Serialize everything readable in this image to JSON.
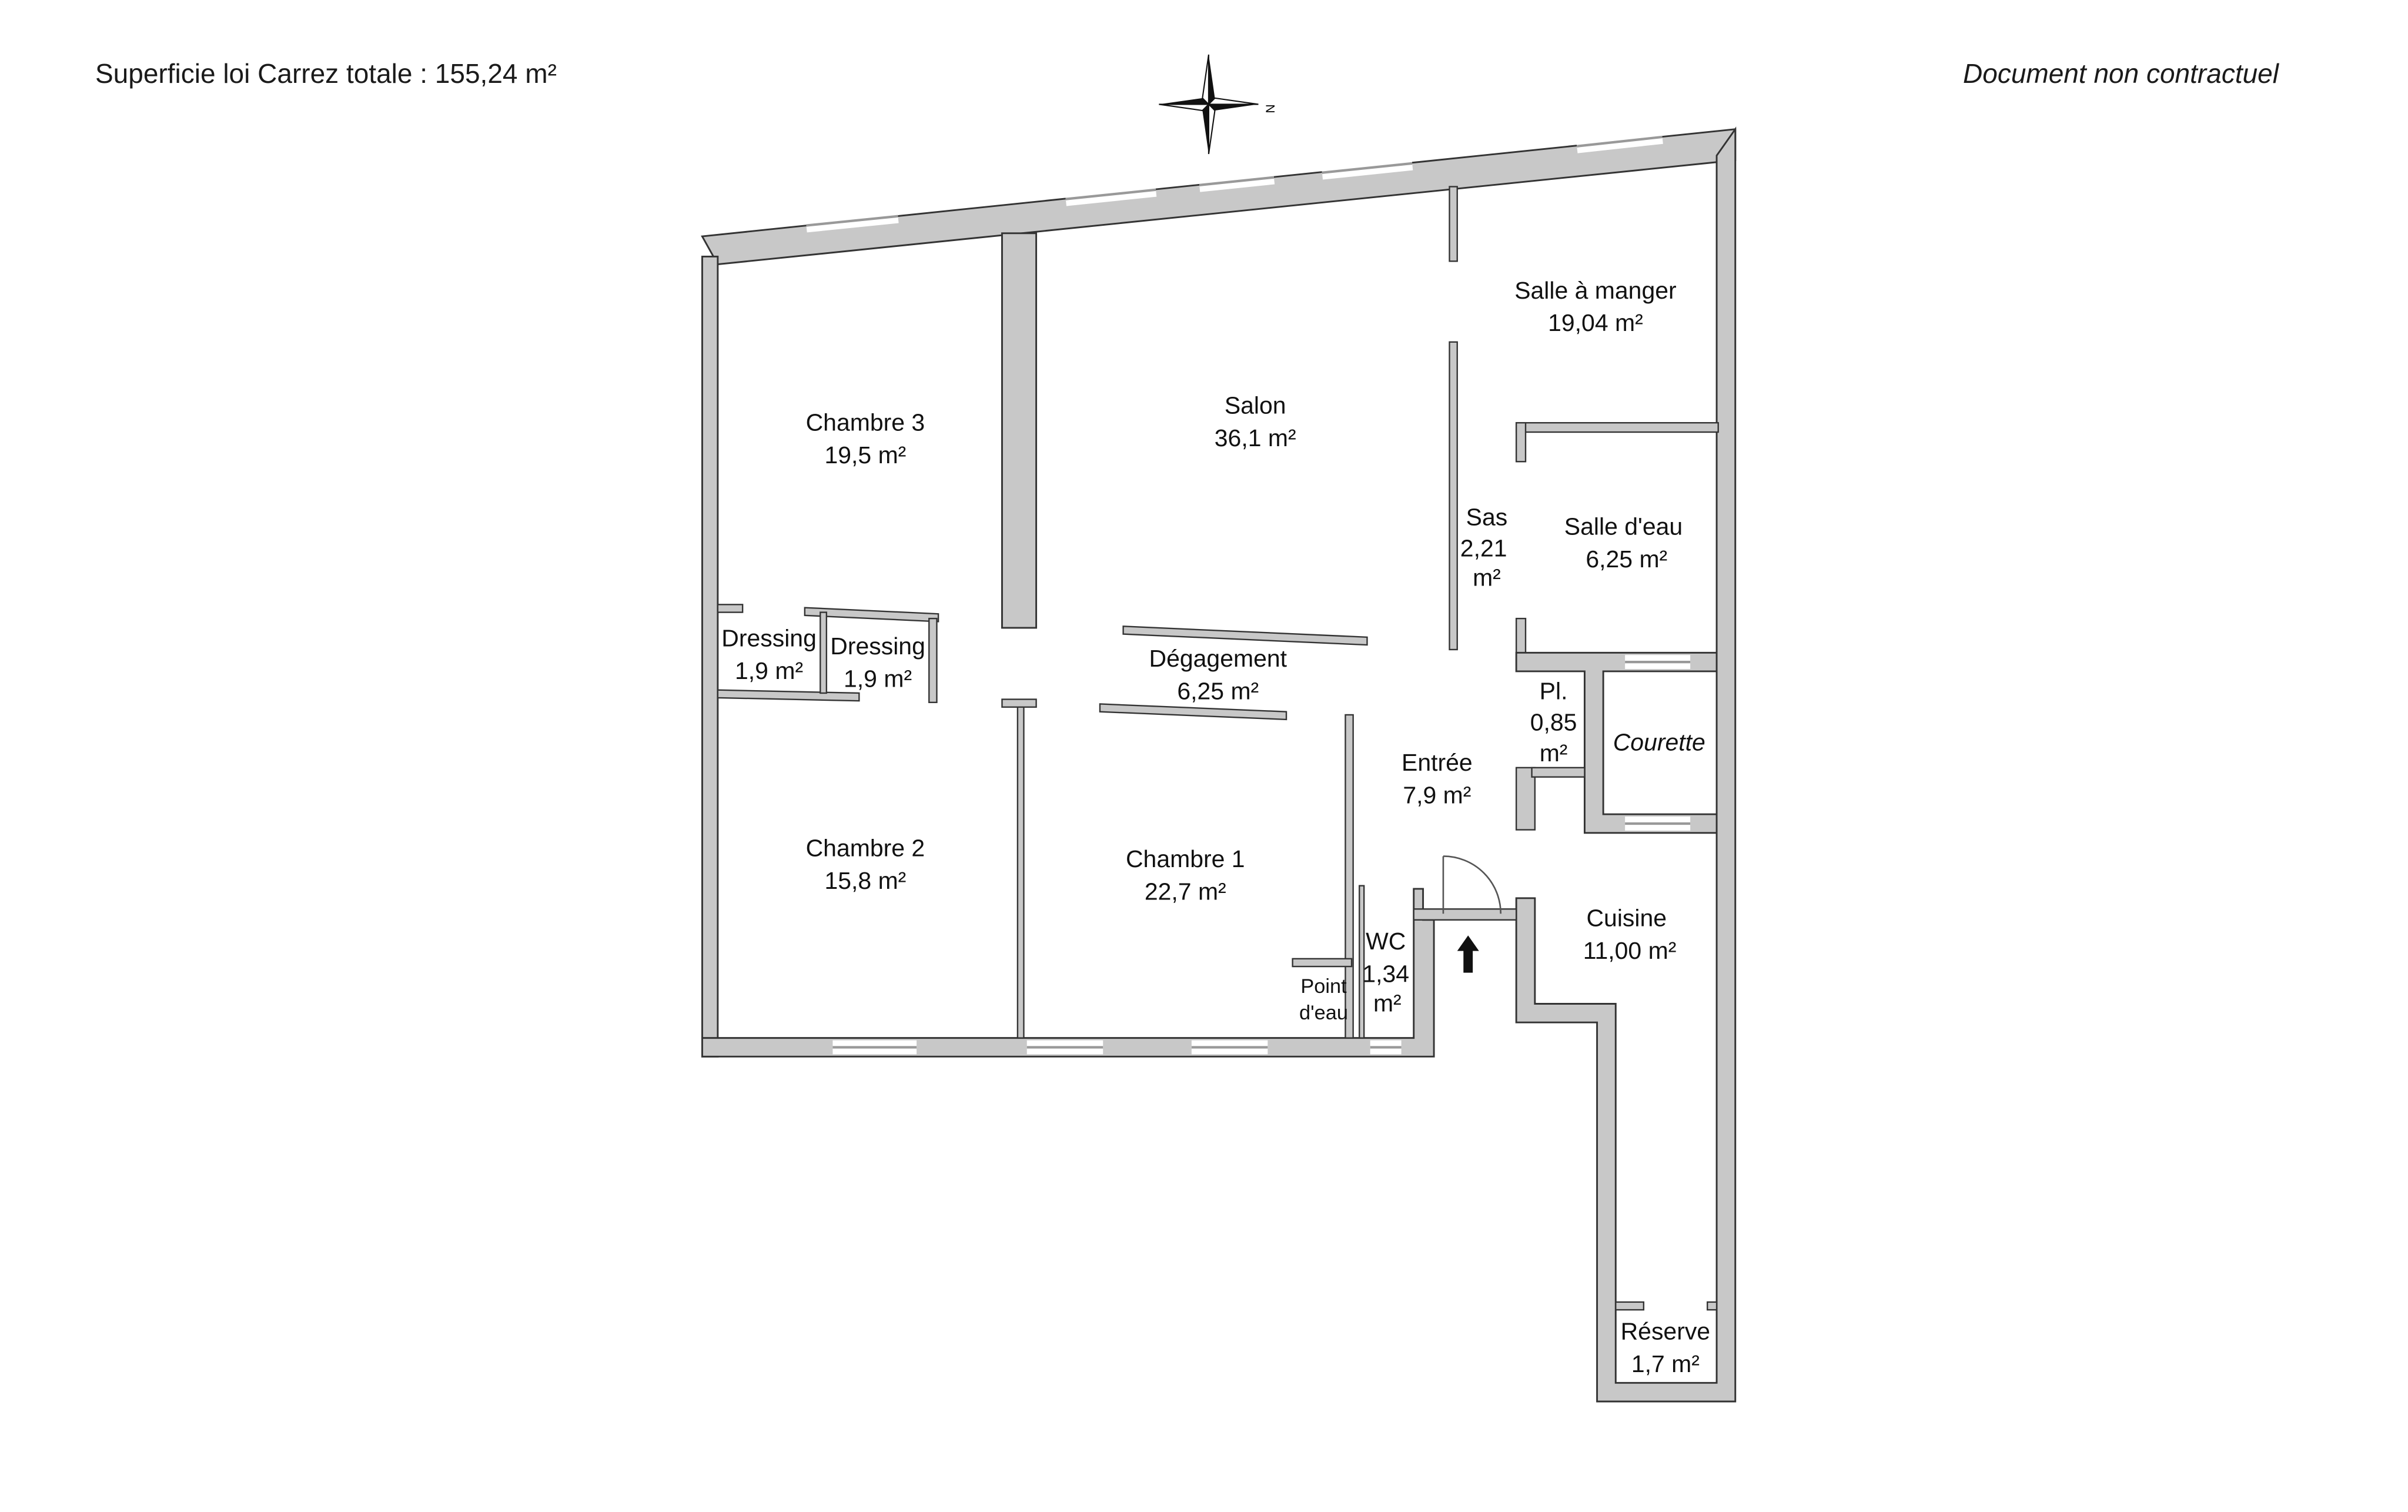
{
  "header": {
    "total_area": "Superficie loi Carrez totale :  155,24 m²",
    "disclaimer": "Document non contractuel"
  },
  "compass": {
    "icon": "compass-rose-icon",
    "north_label": "N"
  },
  "rooms": [
    {
      "name": "Salle à manger",
      "area": "19,04 m²"
    },
    {
      "name": "Salon",
      "area": "36,1 m²"
    },
    {
      "name": "Chambre 3",
      "area": "19,5 m²"
    },
    {
      "name": "Sas",
      "area_line1": "2,21",
      "area_line2": "m²"
    },
    {
      "name": "Salle d'eau",
      "area": "6,25 m²"
    },
    {
      "name": "Dressing",
      "area": "1,9 m²"
    },
    {
      "name": "Dressing",
      "area": "1,9 m²"
    },
    {
      "name": "Dégagement",
      "area": "6,25 m²"
    },
    {
      "name": "Pl.",
      "area_line1": "0,85",
      "area_line2": "m²"
    },
    {
      "name": "Courette"
    },
    {
      "name": "Entrée",
      "area": "7,9 m²"
    },
    {
      "name": "Chambre 2",
      "area": "15,8 m²"
    },
    {
      "name": "Chambre 1",
      "area": "22,7 m²"
    },
    {
      "name": "WC",
      "area_line1": "1,34",
      "area_line2": "m²"
    },
    {
      "name_line1": "Point",
      "name_line2": "d'eau"
    },
    {
      "name": "Cuisine",
      "area": "11,00 m²"
    },
    {
      "name": "Réserve",
      "area": "1,7 m²"
    }
  ],
  "entrance": {
    "icon": "entrance-arrow-icon"
  }
}
